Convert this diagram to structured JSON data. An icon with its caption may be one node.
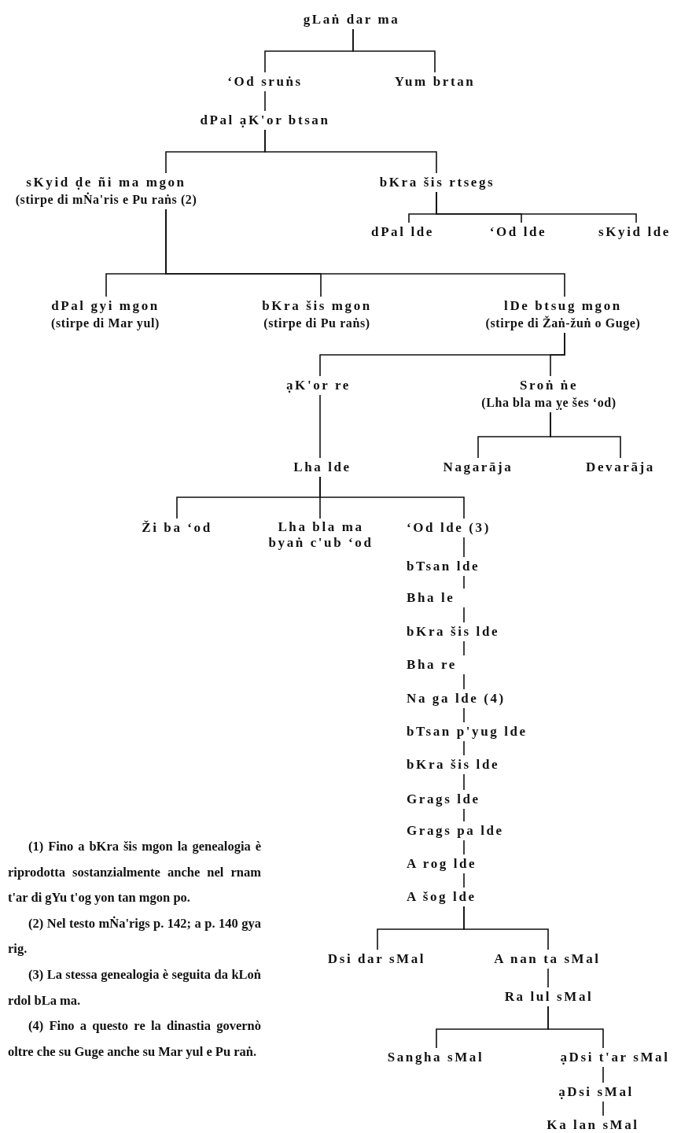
{
  "diagram": {
    "nodes": [
      {
        "text": [
          "gLaṅ dar ma"
        ]
      },
      {
        "text": [
          "‘Od sruṅs"
        ]
      },
      {
        "text": [
          "Yum brtan"
        ]
      },
      {
        "text": [
          "dPal ạK'or btsan"
        ]
      },
      {
        "text": [
          "sKyid ḍe ñi ma mgon",
          "(stirpe di mṄa'ris e Pu raṅs (2)"
        ]
      },
      {
        "text": [
          "bKra šis rtsegs"
        ]
      },
      {
        "text": [
          "dPal lde"
        ]
      },
      {
        "text": [
          "‘Od lde"
        ]
      },
      {
        "text": [
          "sKyid lde"
        ]
      },
      {
        "text": [
          "dPal gyi mgon",
          "(stirpe di Mar yul)"
        ]
      },
      {
        "text": [
          "bKra šis mgon",
          "(stirpe di Pu raṅs)"
        ]
      },
      {
        "text": [
          "lDe btsug mgon",
          "(stirpe di Žaṅ-žuṅ o Guge)"
        ]
      },
      {
        "text": [
          "ạK'or re"
        ]
      },
      {
        "text": [
          "Sroṅ ṅe",
          "(Lha bla ma ỵe šes ‘od)"
        ]
      },
      {
        "text": [
          "Lha lde"
        ]
      },
      {
        "text": [
          "Nagarāja"
        ]
      },
      {
        "text": [
          "Devarāja"
        ]
      },
      {
        "text": [
          "Ži ba ‘od"
        ]
      },
      {
        "text": [
          "Lha bla ma byaṅ c'ub ‘od"
        ]
      },
      {
        "text": [
          "‘Od lde (3)"
        ]
      },
      {
        "text": [
          "bTsan lde"
        ]
      },
      {
        "text": [
          "Bha le"
        ]
      },
      {
        "text": [
          "bKra šis lde"
        ]
      },
      {
        "text": [
          "Bha re"
        ]
      },
      {
        "text": [
          "Na ga lde (4)"
        ]
      },
      {
        "text": [
          "bTsan p'yug lde"
        ]
      },
      {
        "text": [
          "bKra šis lde"
        ]
      },
      {
        "text": [
          "Grags lde"
        ]
      },
      {
        "text": [
          "Grags pa lde"
        ]
      },
      {
        "text": [
          "A rog lde"
        ]
      },
      {
        "text": [
          "A šog lde"
        ]
      },
      {
        "text": [
          "Dsi dar sMal"
        ]
      },
      {
        "text": [
          "A nan ta sMal"
        ]
      },
      {
        "text": [
          "Ra lul sMal"
        ]
      },
      {
        "text": [
          "Sangha sMal"
        ]
      },
      {
        "text": [
          "ạDsi t'ar sMal"
        ]
      },
      {
        "text": [
          "ạDsi sMal"
        ]
      },
      {
        "text": [
          "Ka lan sMal"
        ]
      }
    ],
    "edges": [
      {
        "from": 0,
        "to": 1,
        "arrow": "none"
      },
      {
        "from": 0,
        "to": 2,
        "arrow": "none"
      },
      {
        "from": 1,
        "to": 3,
        "arrow": "none"
      },
      {
        "from": 3,
        "to": 4,
        "arrow": "none"
      },
      {
        "from": 3,
        "to": 5,
        "arrow": "none"
      },
      {
        "from": 5,
        "to": 6,
        "arrow": "none"
      },
      {
        "from": 5,
        "to": 7,
        "arrow": "none"
      },
      {
        "from": 5,
        "to": 8,
        "arrow": "none"
      },
      {
        "from": 4,
        "to": 9,
        "arrow": "none"
      },
      {
        "from": 4,
        "to": 10,
        "arrow": "none"
      },
      {
        "from": 4,
        "to": 11,
        "arrow": "none"
      },
      {
        "from": 11,
        "to": 12,
        "arrow": "none"
      },
      {
        "from": 11,
        "to": 13,
        "arrow": "none"
      },
      {
        "from": 12,
        "to": 14,
        "arrow": "none"
      },
      {
        "from": 13,
        "to": 15,
        "arrow": "none"
      },
      {
        "from": 13,
        "to": 16,
        "arrow": "none"
      },
      {
        "from": 14,
        "to": 17,
        "arrow": "none"
      },
      {
        "from": 14,
        "to": 18,
        "arrow": "none"
      },
      {
        "from": 14,
        "to": 19,
        "arrow": "none"
      },
      {
        "from": 19,
        "to": 20,
        "arrow": "none"
      },
      {
        "from": 20,
        "to": 21,
        "arrow": "none"
      },
      {
        "from": 21,
        "to": 22,
        "arrow": "none"
      },
      {
        "from": 22,
        "to": 23,
        "arrow": "none"
      },
      {
        "from": 23,
        "to": 24,
        "arrow": "none"
      },
      {
        "from": 24,
        "to": 25,
        "arrow": "none"
      },
      {
        "from": 25,
        "to": 26,
        "arrow": "none"
      },
      {
        "from": 26,
        "to": 27,
        "arrow": "none"
      },
      {
        "from": 27,
        "to": 28,
        "arrow": "none"
      },
      {
        "from": 28,
        "to": 29,
        "arrow": "none"
      },
      {
        "from": 29,
        "to": 30,
        "arrow": "none"
      },
      {
        "from": 30,
        "to": 31,
        "arrow": "none"
      },
      {
        "from": 30,
        "to": 32,
        "arrow": "none"
      },
      {
        "from": 32,
        "to": 33,
        "arrow": "none"
      },
      {
        "from": 33,
        "to": 34,
        "arrow": "none"
      },
      {
        "from": 33,
        "to": 35,
        "arrow": "none"
      },
      {
        "from": 35,
        "to": 36,
        "arrow": "none"
      },
      {
        "from": 36,
        "to": 37,
        "arrow": "none"
      }
    ],
    "labels": [
      "(1) Fino a bKra šis mgon la genealogia è riprodotta sostanzialmente anche nel rnam t'ar di gYu t'og yon tan mgon po.",
      "(2) Nel testo mṄa'rigs p. 142; a p. 140 gya rig.",
      "(3) La stessa genealogia è seguita da kLoṅ rdol bLa ma.",
      "(4) Fino a questo re la dinastia governò oltre che su Guge anche su Mar yul e Pu raṅ."
    ]
  }
}
